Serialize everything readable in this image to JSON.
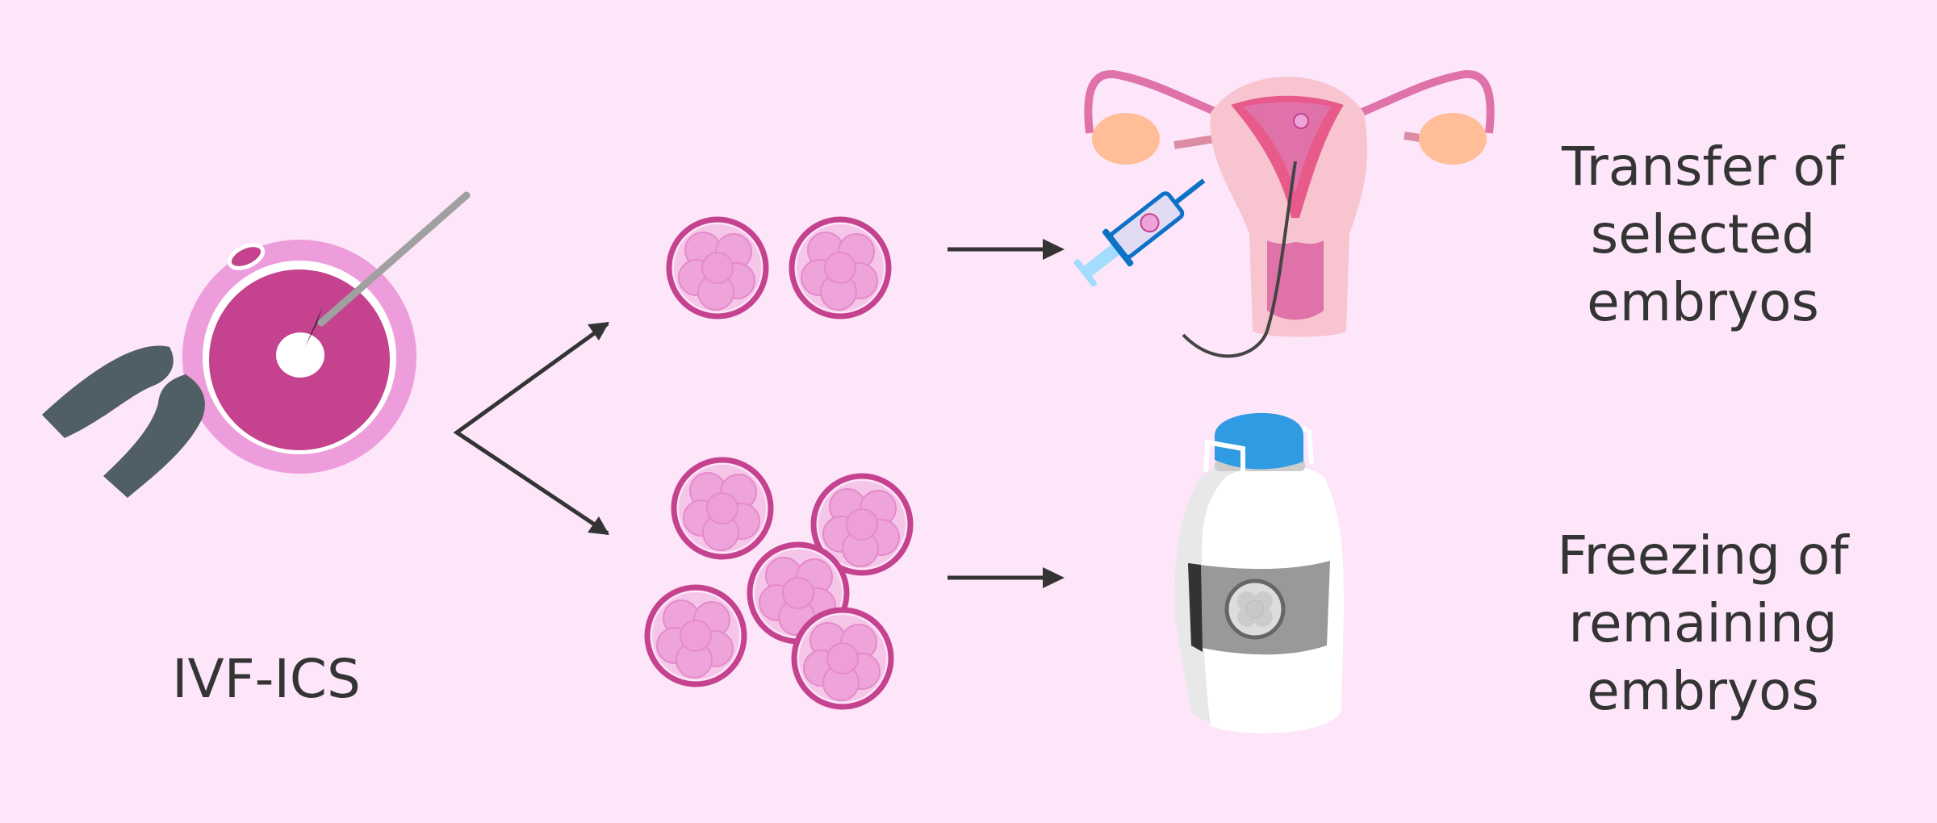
{
  "labels": {
    "ivf": "IVF-ICS",
    "transfer": [
      "Transfer of",
      "selected",
      "embryos"
    ],
    "freezing": [
      "Freezing of",
      "remaining",
      "embryos"
    ]
  },
  "colors": {
    "background": "#fde6f9",
    "egg": "#c4428e",
    "zona": "#ee9ddc",
    "embryo_fill": "#f3b0df",
    "pipette": "#505e66",
    "arrow": "#343434",
    "cap": "#2e9be3"
  }
}
